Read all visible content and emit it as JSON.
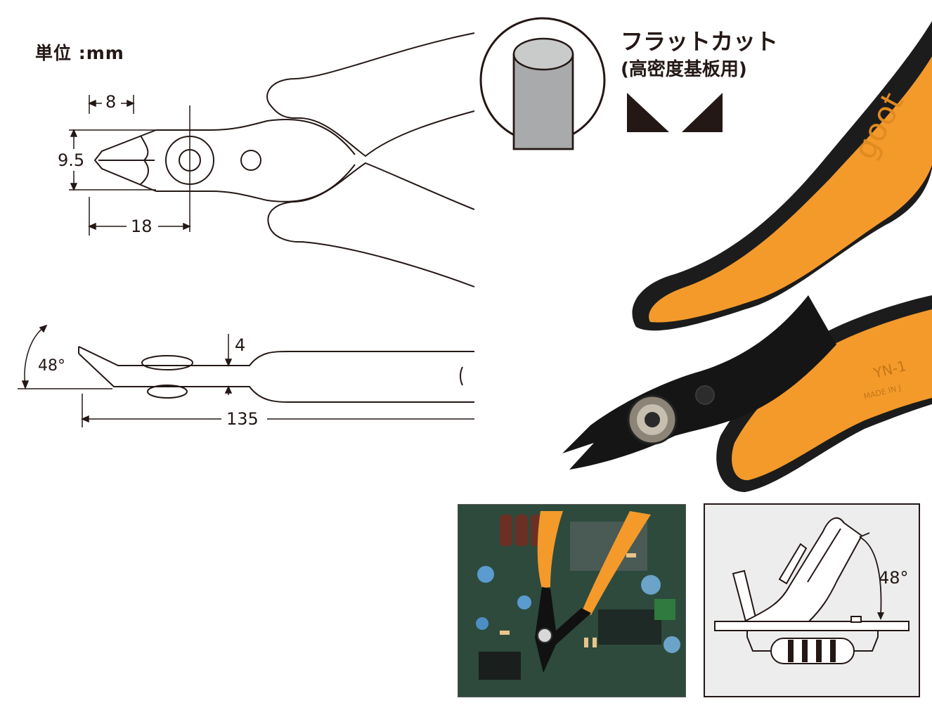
{
  "unit_label": "単位 :mm",
  "dimensions": {
    "tip_length": "8",
    "jaw_width": "9.5",
    "head_length": "18",
    "thickness": "4",
    "head_angle": "48°",
    "overall_length": "135"
  },
  "flat_cut": {
    "title": "フラットカット",
    "subtitle": "(高密度基板用)"
  },
  "product": {
    "brand_mark": "goot",
    "model_mark": "YN-1",
    "origin_mark": "MADE IN J"
  },
  "usage_diagram": {
    "angle": "48°"
  },
  "colors": {
    "handle_orange": "#F39A2B",
    "handle_black": "#1c1c1c",
    "line": "#231815"
  }
}
